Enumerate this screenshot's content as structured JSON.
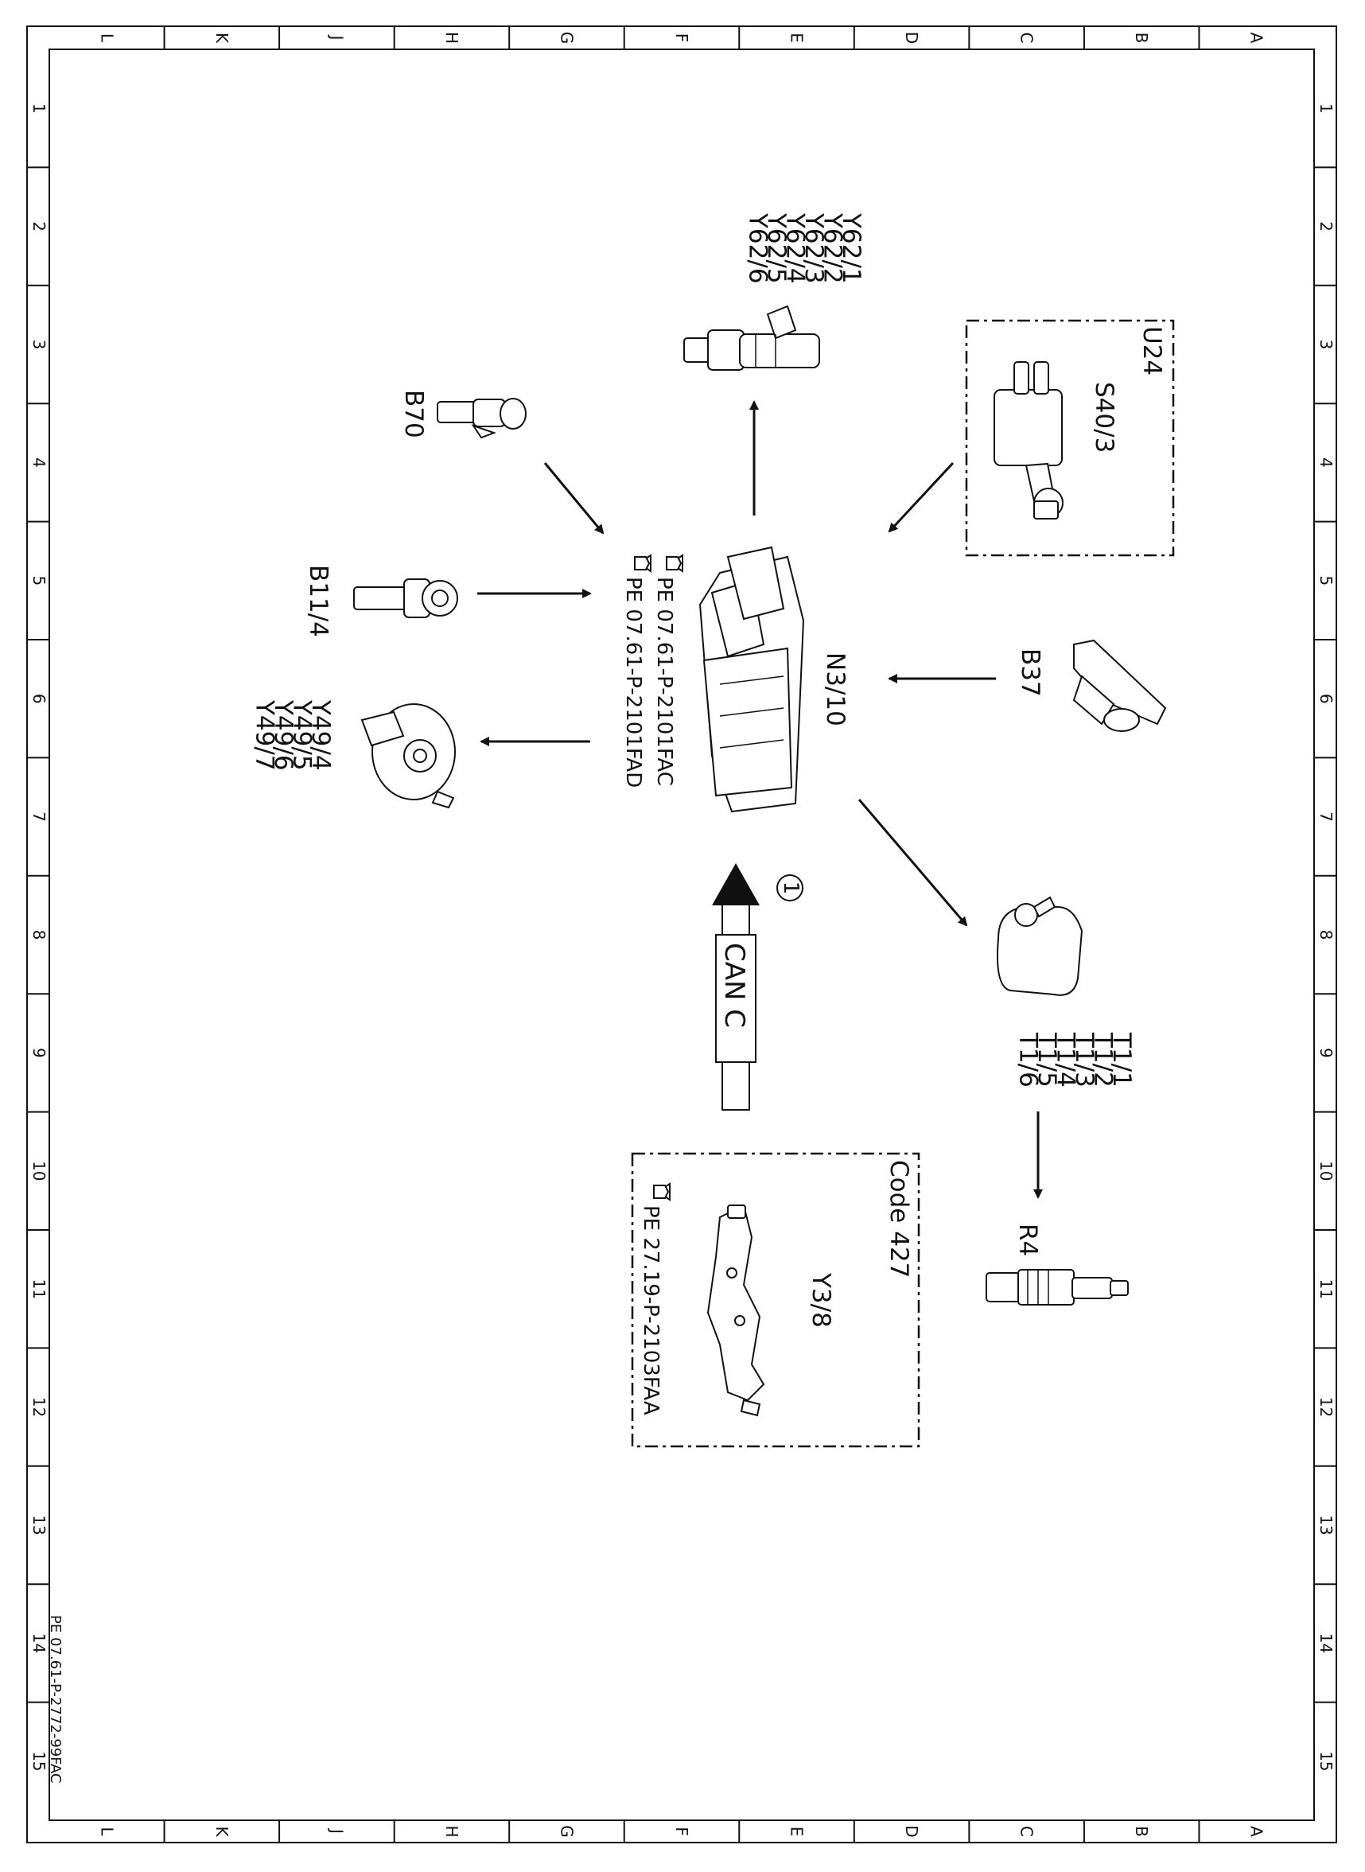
{
  "frame": {
    "letters": [
      "L",
      "K",
      "J",
      "H",
      "G",
      "F",
      "E",
      "D",
      "C",
      "B",
      "A"
    ],
    "numbers": [
      "1",
      "2",
      "3",
      "4",
      "5",
      "6",
      "7",
      "8",
      "9",
      "10",
      "11",
      "12",
      "13",
      "14",
      "15"
    ]
  },
  "drawing_code": "PE 07.61-P-2772-99FAC",
  "components": {
    "ecu": {
      "label": "N3/10",
      "ref1": "PE 07.61-P-2101FAC",
      "ref2": "PE 07.61-P-2101FAD"
    },
    "injectors": {
      "labels": [
        "Y62/1",
        "Y62/2",
        "Y62/3",
        "Y62/4",
        "Y62/5",
        "Y62/6"
      ]
    },
    "camshaft_sensor": {
      "label": "B70"
    },
    "crank_sensor": {
      "label": "B11/4"
    },
    "camshaft_adjusters": {
      "labels": [
        "Y49/4",
        "Y49/5",
        "Y49/6",
        "Y49/7"
      ]
    },
    "u24_box": {
      "box_label": "U24",
      "label": "S40/3"
    },
    "pedal_sensor": {
      "label": "B37"
    },
    "ignition_coils": {
      "labels": [
        "T1/1",
        "T1/2",
        "T1/3",
        "T1/4",
        "T1/5",
        "T1/6"
      ]
    },
    "spark_plug": {
      "label": "R4"
    },
    "code_box": {
      "box_label": "Code 427",
      "label": "Y3/8",
      "ref": "PE 27.19-P-2103FAA"
    },
    "can": {
      "label": "CAN C",
      "badge": "1"
    }
  }
}
